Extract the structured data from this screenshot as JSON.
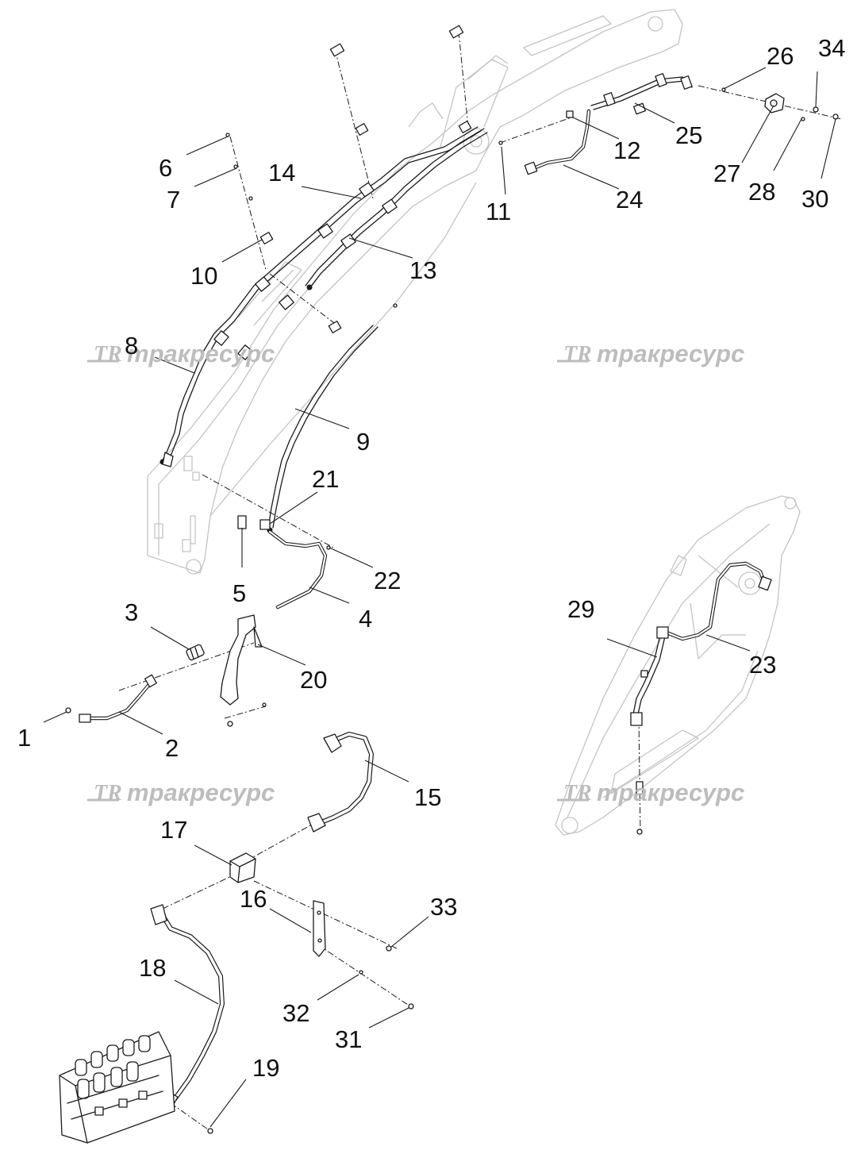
{
  "watermark": {
    "logo": "TR",
    "text": "тракресурс"
  },
  "callouts": [
    {
      "id": "1",
      "label": "1"
    },
    {
      "id": "2",
      "label": "2"
    },
    {
      "id": "3",
      "label": "3"
    },
    {
      "id": "4",
      "label": "4"
    },
    {
      "id": "5",
      "label": "5"
    },
    {
      "id": "6",
      "label": "6"
    },
    {
      "id": "7",
      "label": "7"
    },
    {
      "id": "8",
      "label": "8"
    },
    {
      "id": "9",
      "label": "9"
    },
    {
      "id": "10",
      "label": "10"
    },
    {
      "id": "11",
      "label": "11"
    },
    {
      "id": "12",
      "label": "12"
    },
    {
      "id": "13",
      "label": "13"
    },
    {
      "id": "14",
      "label": "14"
    },
    {
      "id": "15",
      "label": "15"
    },
    {
      "id": "16",
      "label": "16"
    },
    {
      "id": "17",
      "label": "17"
    },
    {
      "id": "18",
      "label": "18"
    },
    {
      "id": "19",
      "label": "19"
    },
    {
      "id": "20",
      "label": "20"
    },
    {
      "id": "21",
      "label": "21"
    },
    {
      "id": "22",
      "label": "22"
    },
    {
      "id": "23",
      "label": "23"
    },
    {
      "id": "24",
      "label": "24"
    },
    {
      "id": "25",
      "label": "25"
    },
    {
      "id": "26",
      "label": "26"
    },
    {
      "id": "27",
      "label": "27"
    },
    {
      "id": "28",
      "label": "28"
    },
    {
      "id": "29",
      "label": "29"
    },
    {
      "id": "30",
      "label": "30"
    },
    {
      "id": "31",
      "label": "31"
    },
    {
      "id": "32",
      "label": "32"
    },
    {
      "id": "33",
      "label": "33"
    },
    {
      "id": "34",
      "label": "34"
    }
  ]
}
